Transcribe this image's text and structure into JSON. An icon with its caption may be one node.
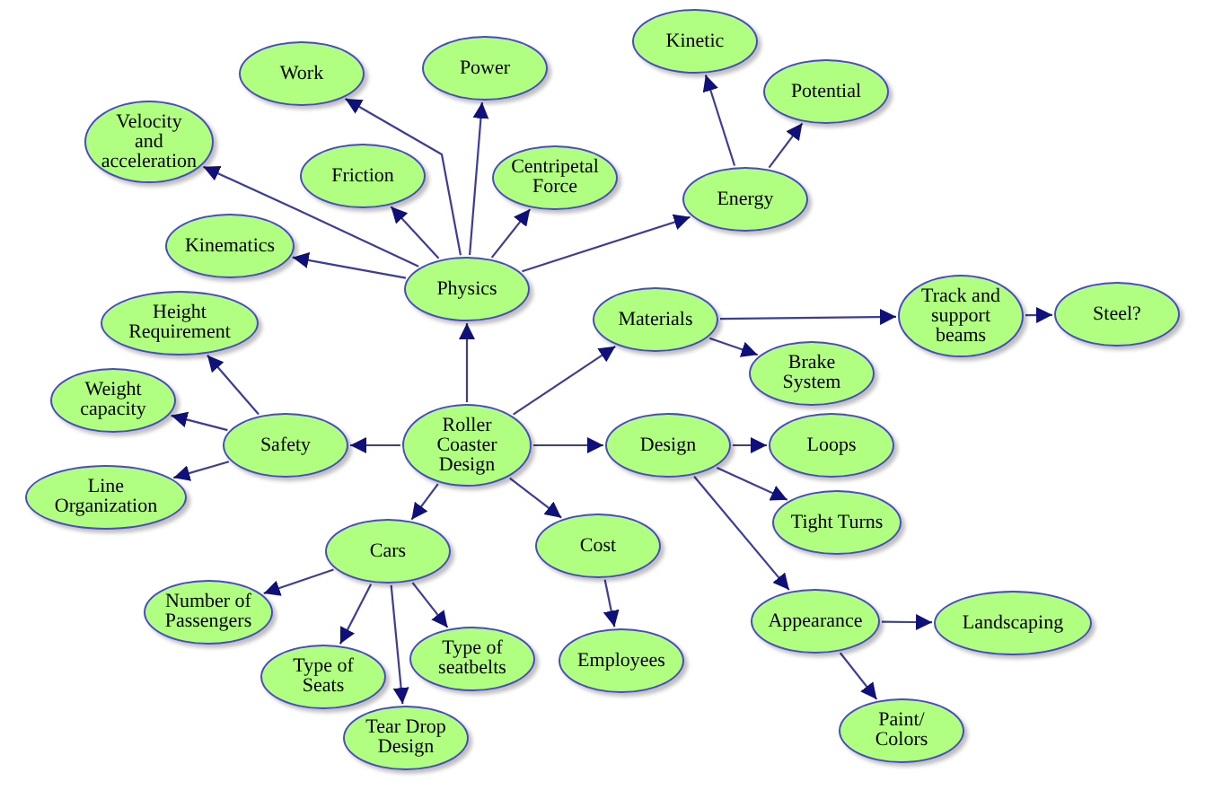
{
  "diagram": {
    "nodes": [
      {
        "text": [
          "Kinetic"
        ]
      },
      {
        "text": [
          "Work"
        ]
      },
      {
        "text": [
          "Power"
        ]
      },
      {
        "text": [
          "Potential"
        ]
      },
      {
        "text": [
          "Velocity and acceleration"
        ]
      },
      {
        "text": [
          "Friction"
        ]
      },
      {
        "text": [
          "Centripetal Force"
        ]
      },
      {
        "text": [
          "Energy"
        ]
      },
      {
        "text": [
          "Kinematics"
        ]
      },
      {
        "text": [
          "Physics"
        ]
      },
      {
        "text": [
          "Materials"
        ]
      },
      {
        "text": [
          "Track and support beams"
        ]
      },
      {
        "text": [
          "Steel?"
        ]
      },
      {
        "text": [
          "Height Requirement"
        ]
      },
      {
        "text": [
          "Brake System"
        ]
      },
      {
        "text": [
          "Weight capacity"
        ]
      },
      {
        "text": [
          "Safety"
        ]
      },
      {
        "text": [
          "Roller Coaster Design"
        ]
      },
      {
        "text": [
          "Design"
        ]
      },
      {
        "text": [
          "Loops"
        ]
      },
      {
        "text": [
          "Line Organization"
        ]
      },
      {
        "text": [
          "Tight Turns"
        ]
      },
      {
        "text": [
          "Cars"
        ]
      },
      {
        "text": [
          "Cost"
        ]
      },
      {
        "text": [
          "Number of Passengers"
        ]
      },
      {
        "text": [
          "Landscaping"
        ]
      },
      {
        "text": [
          "Appearance"
        ]
      },
      {
        "text": [
          "Type of seatbelts"
        ]
      },
      {
        "text": [
          "Type of Seats"
        ]
      },
      {
        "text": [
          "Employees"
        ]
      },
      {
        "text": [
          "Paint/ Colors"
        ]
      },
      {
        "text": [
          "Tear Drop Design"
        ]
      }
    ],
    "edges": [
      {
        "from": 17,
        "to": 9,
        "arrow": "to"
      },
      {
        "from": 17,
        "to": 10,
        "arrow": "to"
      },
      {
        "from": 17,
        "to": 16,
        "arrow": "to"
      },
      {
        "from": 17,
        "to": 18,
        "arrow": "to"
      },
      {
        "from": 17,
        "to": 22,
        "arrow": "to"
      },
      {
        "from": 17,
        "to": 23,
        "arrow": "to"
      },
      {
        "from": 9,
        "to": 8,
        "arrow": "to"
      },
      {
        "from": 9,
        "to": 4,
        "arrow": "to"
      },
      {
        "from": 9,
        "to": 5,
        "arrow": "to"
      },
      {
        "from": 9,
        "to": 1,
        "arrow": "to"
      },
      {
        "from": 9,
        "to": 2,
        "arrow": "to"
      },
      {
        "from": 9,
        "to": 6,
        "arrow": "to"
      },
      {
        "from": 9,
        "to": 7,
        "arrow": "to"
      },
      {
        "from": 7,
        "to": 0,
        "arrow": "to"
      },
      {
        "from": 7,
        "to": 3,
        "arrow": "to"
      },
      {
        "from": 10,
        "to": 11,
        "arrow": "to"
      },
      {
        "from": 10,
        "to": 14,
        "arrow": "to"
      },
      {
        "from": 11,
        "to": 12,
        "arrow": "to"
      },
      {
        "from": 16,
        "to": 13,
        "arrow": "to"
      },
      {
        "from": 16,
        "to": 15,
        "arrow": "to"
      },
      {
        "from": 16,
        "to": 20,
        "arrow": "to"
      },
      {
        "from": 18,
        "to": 19,
        "arrow": "to"
      },
      {
        "from": 18,
        "to": 21,
        "arrow": "to"
      },
      {
        "from": 18,
        "to": 26,
        "arrow": "to"
      },
      {
        "from": 26,
        "to": 25,
        "arrow": "to"
      },
      {
        "from": 26,
        "to": 30,
        "arrow": "to"
      },
      {
        "from": 22,
        "to": 24,
        "arrow": "to"
      },
      {
        "from": 22,
        "to": 28,
        "arrow": "to"
      },
      {
        "from": 22,
        "to": 31,
        "arrow": "to"
      },
      {
        "from": 22,
        "to": 27,
        "arrow": "to"
      },
      {
        "from": 23,
        "to": 29,
        "arrow": "to"
      }
    ]
  }
}
